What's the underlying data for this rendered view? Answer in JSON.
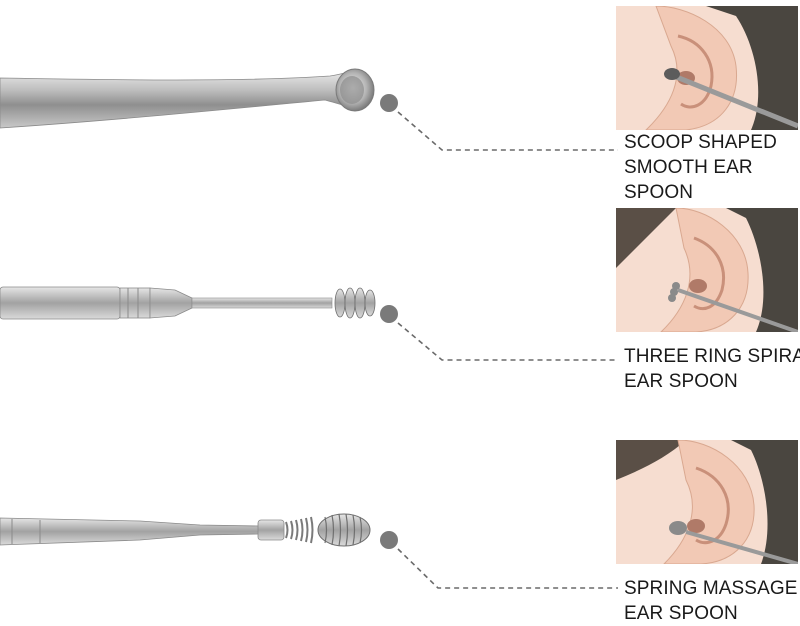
{
  "items": [
    {
      "name": "scoop",
      "label_lines": [
        "SCOOP SHAPED",
        "SMOOTH EAR",
        "SPOON"
      ]
    },
    {
      "name": "three-ring-spiral",
      "label_lines": [
        "THREE RING SPIRAL",
        "EAR SPOON"
      ]
    },
    {
      "name": "spring-massage",
      "label_lines": [
        "SPRING MASSAGE",
        "EAR SPOON"
      ]
    }
  ],
  "colors": {
    "steel_light": "#d8d8d8",
    "steel_mid": "#a9a9a9",
    "steel_dark": "#6f6f6f",
    "marker": "#7a7a7a",
    "leader_line": "#6a6a6a",
    "skin": "#f2c9b5",
    "hair": "#4a4640"
  }
}
